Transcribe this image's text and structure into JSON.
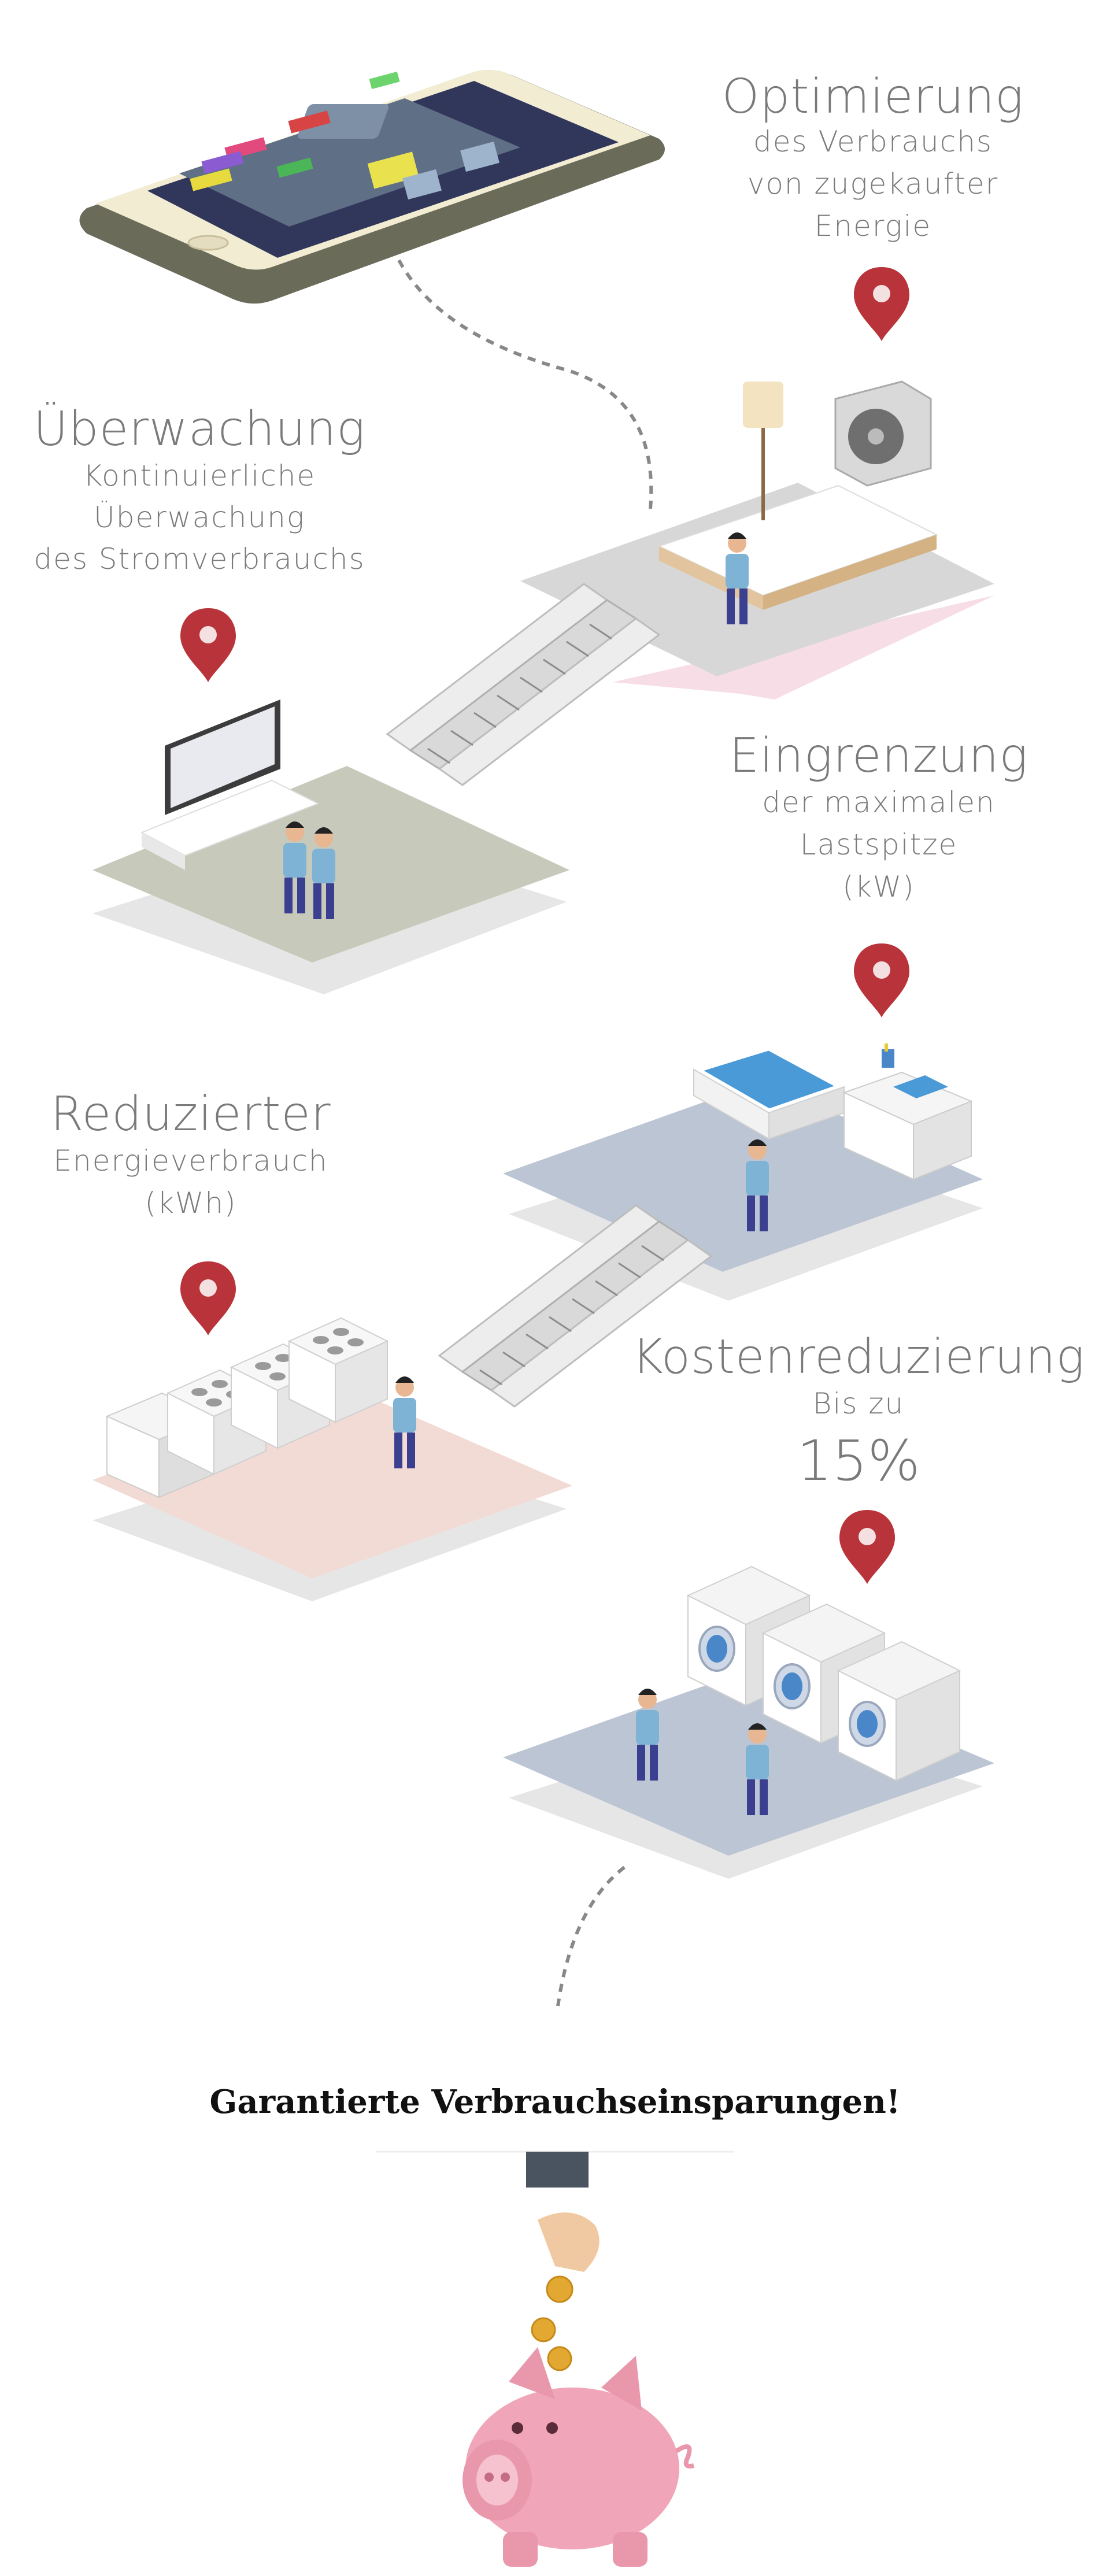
{
  "sections": {
    "optimierung": {
      "title": "Optimierung",
      "lines": [
        "des Verbrauchs",
        "von zugekaufter",
        "Energie"
      ]
    },
    "ueberwachung": {
      "title": "Überwachung",
      "lines": [
        "Kontinuierliche",
        "Überwachung",
        "des Stromverbrauchs"
      ]
    },
    "eingrenzung": {
      "title": "Eingrenzung",
      "lines": [
        "der maximalen",
        "Lastspitze",
        "(kW)"
      ]
    },
    "reduzierter": {
      "title": "Reduzierter",
      "lines": [
        "Energieverbrauch",
        "(kWh)"
      ]
    },
    "kosten": {
      "title": "Kostenreduzierung",
      "lines": [
        "Bis zu"
      ],
      "percent": "15%"
    }
  },
  "footer": {
    "headline": "Garantierte Verbrauchseinsparungen!"
  },
  "colors": {
    "pin": "#b8333a",
    "text": "#7a7a7a",
    "floor_green": "#c7c9bb",
    "floor_blue": "#bcc5d3",
    "floor_pink": "#f2dbd4",
    "floor_grey": "#d8d8d8",
    "piggy": "#f0a6b8"
  },
  "icons": [
    "smartphone-icon",
    "map-pin-icon",
    "escalator-icon",
    "piggy-bank-icon",
    "coin-icon",
    "washing-machine-icon"
  ]
}
